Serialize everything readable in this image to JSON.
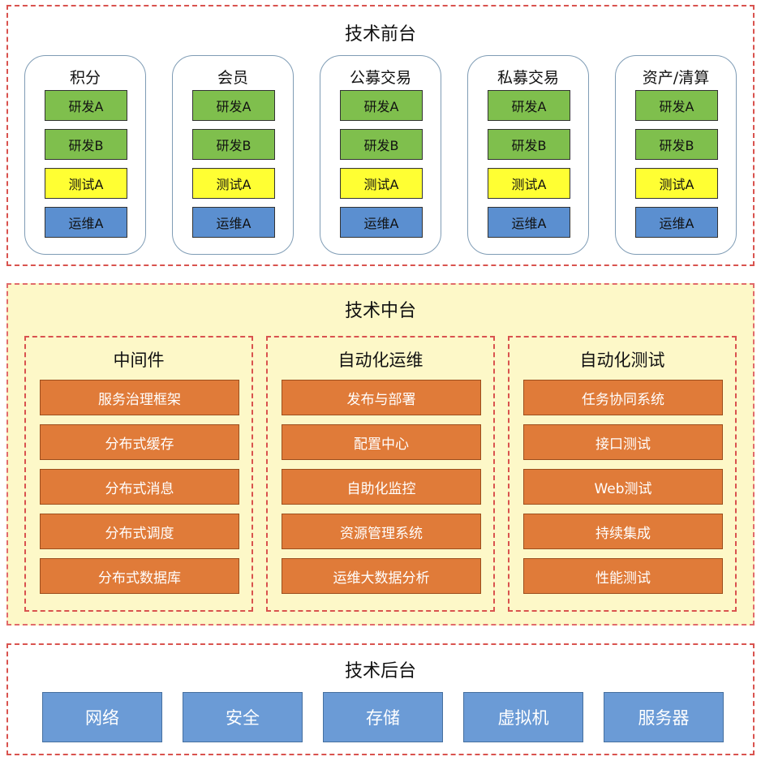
{
  "front": {
    "title": "技术前台",
    "columns": [
      {
        "title": "积分",
        "items": [
          "研发A",
          "研发B",
          "测试A",
          "运维A"
        ]
      },
      {
        "title": "会员",
        "items": [
          "研发A",
          "研发B",
          "测试A",
          "运维A"
        ]
      },
      {
        "title": "公募交易",
        "items": [
          "研发A",
          "研发B",
          "测试A",
          "运维A"
        ]
      },
      {
        "title": "私募交易",
        "items": [
          "研发A",
          "研发B",
          "测试A",
          "运维A"
        ]
      },
      {
        "title": "资产/清算",
        "items": [
          "研发A",
          "研发B",
          "测试A",
          "运维A"
        ]
      }
    ]
  },
  "middle": {
    "title": "技术中台",
    "groups": [
      {
        "title": "中间件",
        "items": [
          "服务治理框架",
          "分布式缓存",
          "分布式消息",
          "分布式调度",
          "分布式数据库"
        ]
      },
      {
        "title": "自动化运维",
        "items": [
          "发布与部署",
          "配置中心",
          "自助化监控",
          "资源管理系统",
          "运维大数据分析"
        ]
      },
      {
        "title": "自动化测试",
        "items": [
          "任务协同系统",
          "接口测试",
          "Web测试",
          "持续集成",
          "性能测试"
        ]
      }
    ]
  },
  "back": {
    "title": "技术后台",
    "items": [
      "网络",
      "安全",
      "存储",
      "虚拟机",
      "服务器"
    ]
  },
  "colors": {
    "dev": "#7fbf4d",
    "test": "#ffff33",
    "ops": "#5b8fd0",
    "middle_item": "#e07b39",
    "back_item": "#6b9bd6",
    "dashed_border": "#d9534f",
    "middle_bg": "#fdf8c8"
  }
}
